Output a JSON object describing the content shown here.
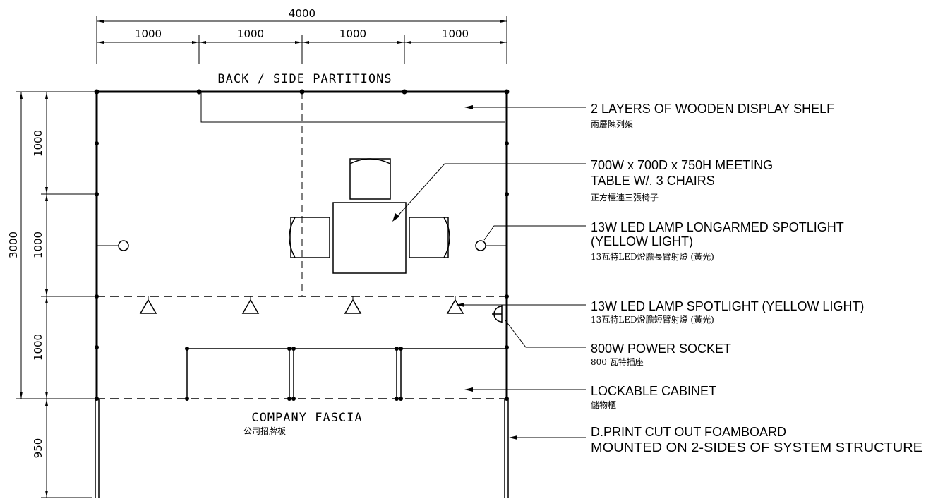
{
  "dimensions": {
    "top_total": "4000",
    "top_segments": [
      "1000",
      "1000",
      "1000",
      "1000"
    ],
    "left_total": "3000",
    "left_segments": [
      "1000",
      "1000",
      "1000",
      "950"
    ]
  },
  "plan": {
    "back_partitions": "BACK / SIDE PARTITIONS",
    "fascia_en": "COMPANY FASCIA",
    "fascia_cn": "公司招牌板"
  },
  "labels": [
    {
      "en": [
        "2 LAYERS OF WOODEN DISPLAY SHELF"
      ],
      "cn": "兩層陳列架"
    },
    {
      "en": [
        "700W x 700D x 750H MEETING",
        "TABLE W/.  3 CHAIRS"
      ],
      "cn": "正方檯連三張椅子"
    },
    {
      "en": [
        "13W LED LAMP LONGARMED SPOTLIGHT",
        "(YELLOW LIGHT)"
      ],
      "cn": "13瓦特LED燈膽長臂射燈 (黃光)"
    },
    {
      "en": [
        "13W LED LAMP SPOTLIGHT (YELLOW LIGHT)"
      ],
      "cn": "13瓦特LED燈膽短臂射燈 (黃光)"
    },
    {
      "en": [
        "800W  POWER SOCKET"
      ],
      "cn": "800 瓦特插座"
    },
    {
      "en": [
        "LOCKABLE CABINET"
      ],
      "cn": "儲物櫃"
    },
    {
      "en": [
        "D.PRINT CUT OUT FOAMBOARD",
        "MOUNTED ON 2-SIDES OF SYSTEM STRUCTURE"
      ],
      "cn": ""
    }
  ]
}
